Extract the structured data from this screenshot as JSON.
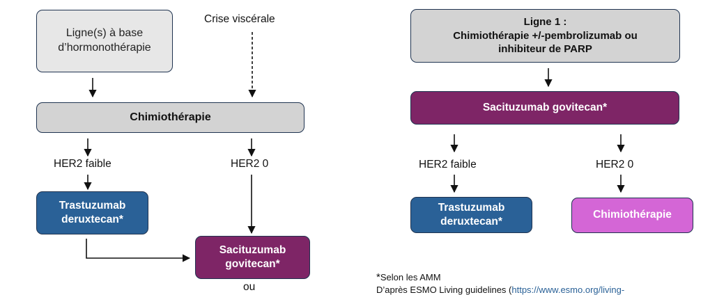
{
  "left": {
    "hormone_box": "Ligne(s) à base\nd’hormonothérapie",
    "crisis_label": "Crise viscérale",
    "chemo_box": "Chimiothérapie",
    "her2_low_label": "HER2 faible",
    "her2_zero_label": "HER2 0",
    "tdxd_box": "Trastuzumab\nderuxtecan*",
    "sg_box": "Sacituzumab\ngovitecan*",
    "or_label": "ou"
  },
  "right": {
    "line1_box": "Ligne 1 :\nChimiothérapie +/-pembrolizumab ou\ninhibiteur de PARP",
    "sg_box": "Sacituzumab govitecan*",
    "her2_low_label": "HER2 faible",
    "her2_zero_label": "HER2 0",
    "tdxd_box": "Trastuzumab\nderuxtecan*",
    "chemo_box": "Chimiothérapie"
  },
  "footnote": {
    "line1": "Selon les AMM",
    "line2_prefix": "D’après ESMO Living guidelines (",
    "line2_link": "https://www.esmo.org/living-"
  },
  "colors": {
    "box_border": "#1f3350",
    "grey_box": "#d3d3d3",
    "blue_box": "#2a6197",
    "purple_box": "#7e2566",
    "pink_box": "#d466d6"
  }
}
